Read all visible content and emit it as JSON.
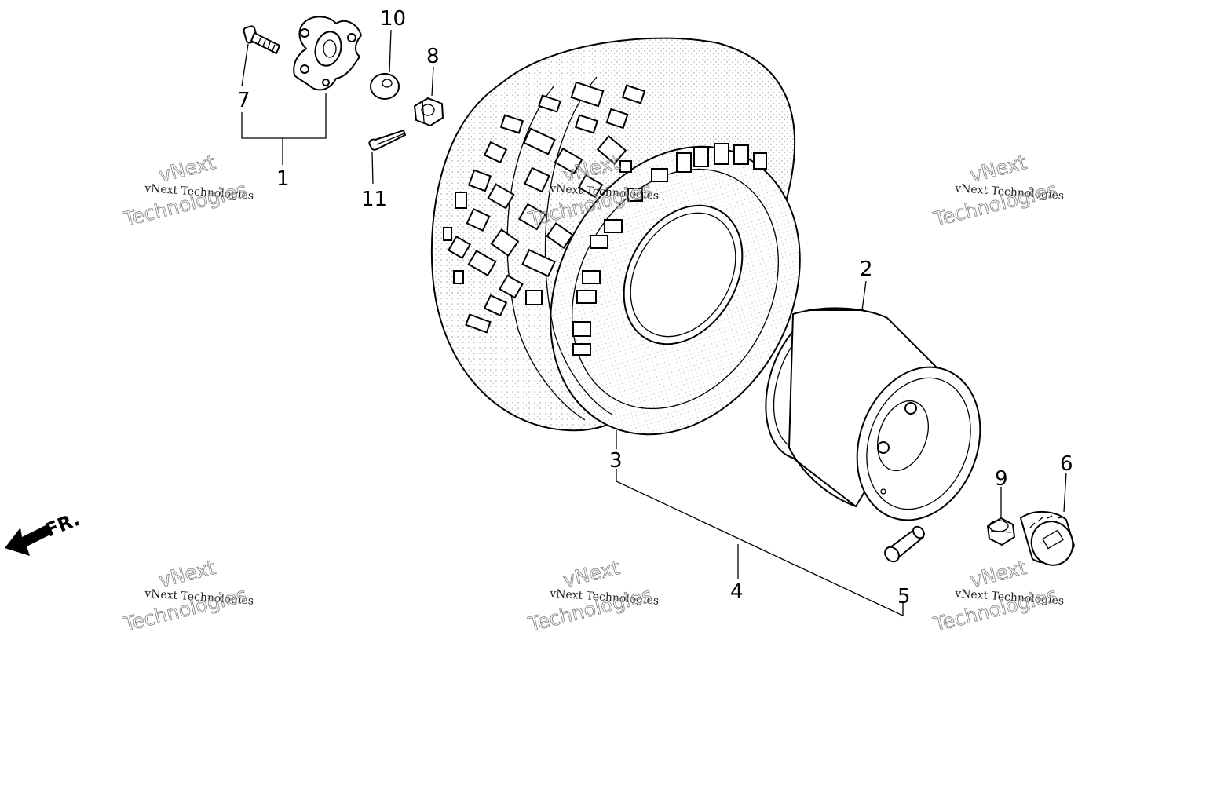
{
  "diagram": {
    "callouts": [
      {
        "id": "1",
        "label": "1"
      },
      {
        "id": "2",
        "label": "2"
      },
      {
        "id": "3",
        "label": "3"
      },
      {
        "id": "4",
        "label": "4"
      },
      {
        "id": "5",
        "label": "5"
      },
      {
        "id": "6",
        "label": "6"
      },
      {
        "id": "7",
        "label": "7"
      },
      {
        "id": "8",
        "label": "8"
      },
      {
        "id": "9",
        "label": "9"
      },
      {
        "id": "10",
        "label": "10"
      },
      {
        "id": "11",
        "label": "11"
      }
    ],
    "direction_label": "FR.",
    "watermark": {
      "line_small": "vNext Technologies",
      "line_big_1": "vNext",
      "line_big_2": "Technologies"
    }
  }
}
